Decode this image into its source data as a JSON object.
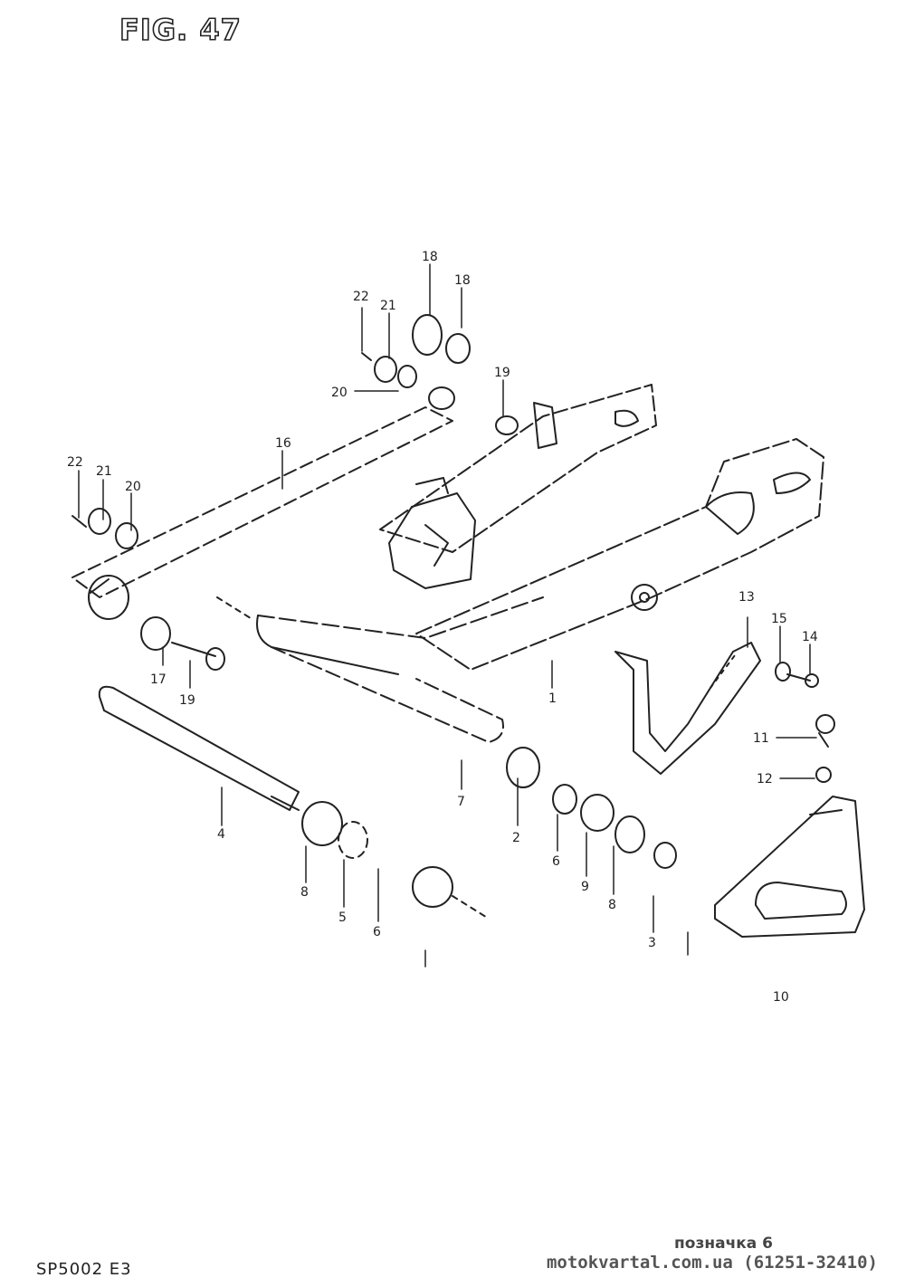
{
  "figure": {
    "title": "FIG. 47",
    "code": "SP5002 E3"
  },
  "callouts": [
    {
      "id": "c18a",
      "text": "18"
    },
    {
      "id": "c18b",
      "text": "18"
    },
    {
      "id": "c22a",
      "text": "22"
    },
    {
      "id": "c21a",
      "text": "21"
    },
    {
      "id": "c19a",
      "text": "19"
    },
    {
      "id": "c20a",
      "text": "20"
    },
    {
      "id": "c16",
      "text": "16"
    },
    {
      "id": "c22b",
      "text": "22"
    },
    {
      "id": "c21b",
      "text": "21"
    },
    {
      "id": "c20b",
      "text": "20"
    },
    {
      "id": "c17",
      "text": "17"
    },
    {
      "id": "c19b",
      "text": "19"
    },
    {
      "id": "c13",
      "text": "13"
    },
    {
      "id": "c15",
      "text": "15"
    },
    {
      "id": "c14",
      "text": "14"
    },
    {
      "id": "c1",
      "text": "1"
    },
    {
      "id": "c11",
      "text": "11"
    },
    {
      "id": "c12",
      "text": "12"
    },
    {
      "id": "c4",
      "text": "4"
    },
    {
      "id": "c7",
      "text": "7"
    },
    {
      "id": "c2",
      "text": "2"
    },
    {
      "id": "c6a",
      "text": "6"
    },
    {
      "id": "c9",
      "text": "9"
    },
    {
      "id": "c8a",
      "text": "8"
    },
    {
      "id": "c8b",
      "text": "8"
    },
    {
      "id": "c5",
      "text": "5"
    },
    {
      "id": "c6b",
      "text": "6"
    },
    {
      "id": "c3",
      "text": "3"
    },
    {
      "id": "c10",
      "text": "10"
    }
  ],
  "watermark": {
    "label": "позначка 6",
    "site": "motokvartal.com.ua (61251-32410)"
  }
}
